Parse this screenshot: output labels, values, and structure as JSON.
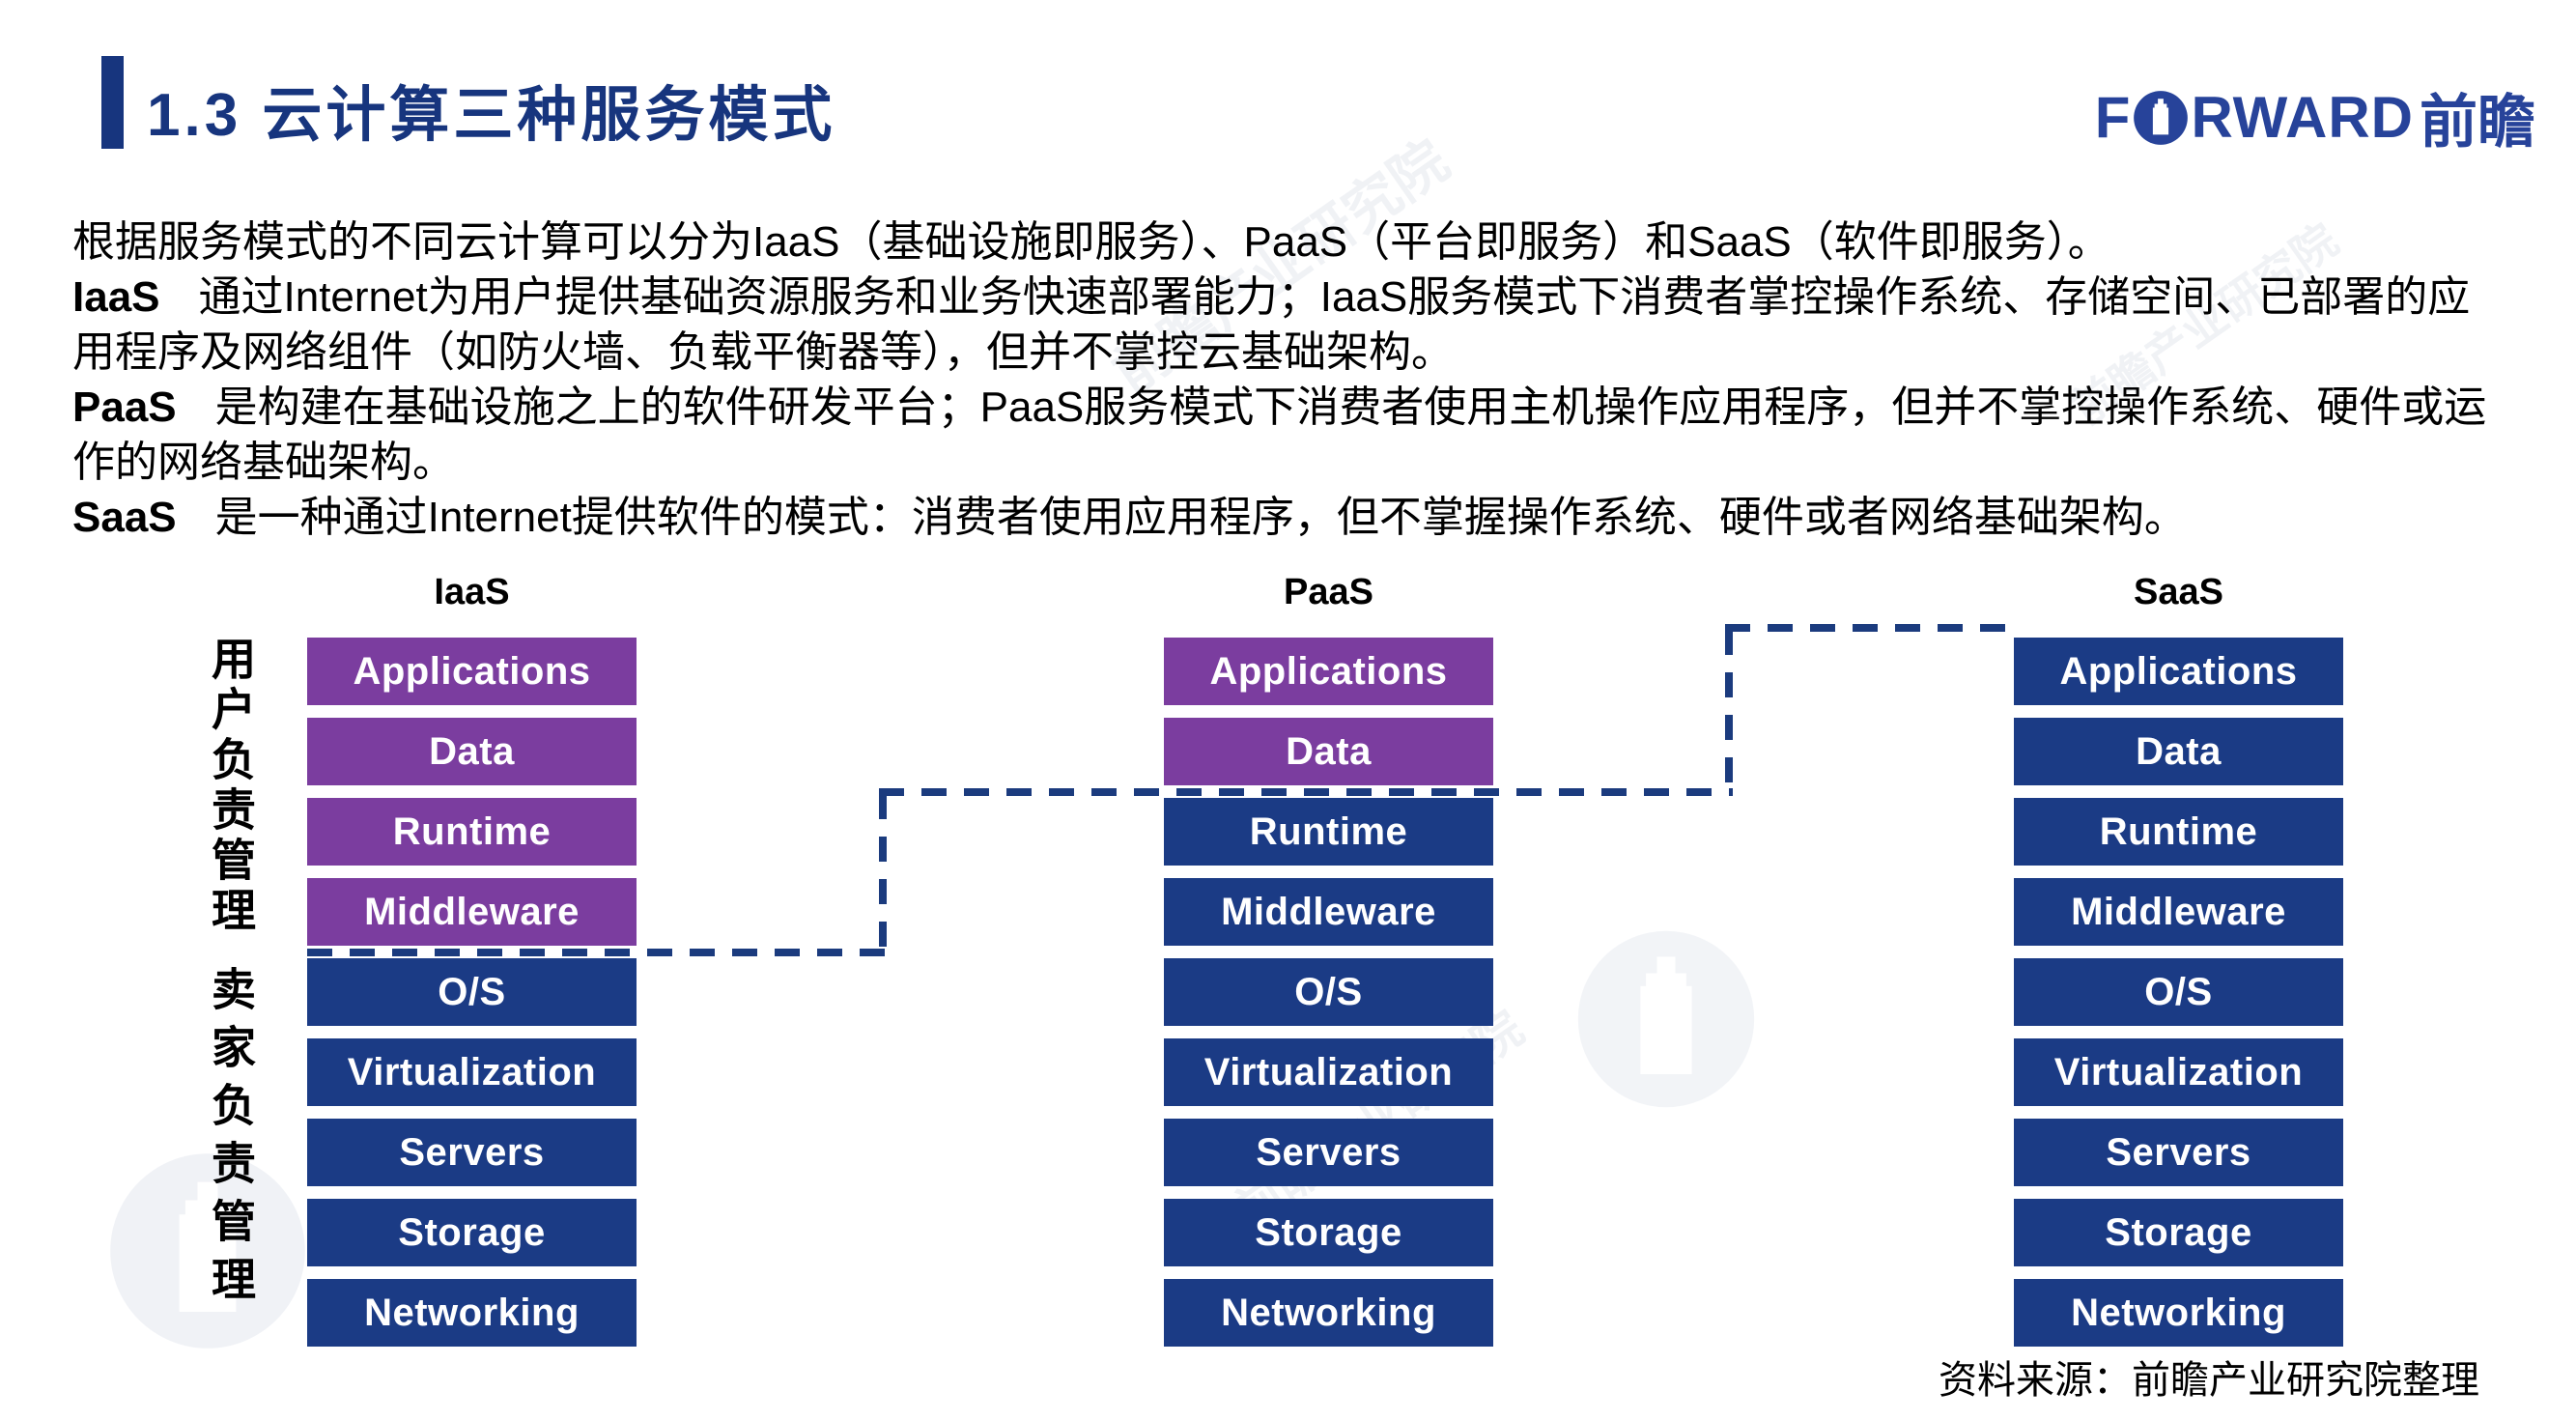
{
  "header": {
    "title": "1.3 云计算三种服务模式",
    "accent_color": "#17357E",
    "logo": {
      "part1": "F",
      "part2": "RWARD",
      "cn": "前瞻",
      "color": "#27439A"
    }
  },
  "body_paragraphs": [
    {
      "lead": "",
      "text": "根据服务模式的不同云计算可以分为IaaS（基础设施即服务）、PaaS（平台即服务）和SaaS（软件即服务）。"
    },
    {
      "lead": "IaaS",
      "text": "通过Internet为用户提供基础资源服务和业务快速部署能力；IaaS服务模式下消费者掌控操作系统、存储空间、已部署的应用程序及网络组件（如防火墙、负载平衡器等），但并不掌控云基础架构。"
    },
    {
      "lead": "PaaS",
      "text": "是构建在基础设施之上的软件研发平台；PaaS服务模式下消费者使用主机操作应用程序，但并不掌控操作系统、硬件或运作的网络基础架构。"
    },
    {
      "lead": "SaaS",
      "text": "是一种通过Internet提供软件的模式：消费者使用应用程序，但不掌握操作系统、硬件或者网络基础架构。"
    }
  ],
  "diagram": {
    "user_color": "#7B3D9F",
    "vendor_color": "#1B3B85",
    "dashed_color": "#1B3B7E",
    "left_labels": {
      "user": "用户负责管理",
      "vendor": "卖家负责管理"
    },
    "columns": [
      {
        "name": "IaaS",
        "user_layers": 4,
        "layers": [
          "Applications",
          "Data",
          "Runtime",
          "Middleware",
          "O/S",
          "Virtualization",
          "Servers",
          "Storage",
          "Networking"
        ]
      },
      {
        "name": "PaaS",
        "user_layers": 2,
        "layers": [
          "Applications",
          "Data",
          "Runtime",
          "Middleware",
          "O/S",
          "Virtualization",
          "Servers",
          "Storage",
          "Networking"
        ]
      },
      {
        "name": "SaaS",
        "user_layers": 0,
        "layers": [
          "Applications",
          "Data",
          "Runtime",
          "Middleware",
          "O/S",
          "Virtualization",
          "Servers",
          "Storage",
          "Networking"
        ]
      }
    ]
  },
  "footer": {
    "source": "资料来源：前瞻产业研究院整理"
  },
  "watermark": {
    "text": "前瞻产业研究院"
  }
}
